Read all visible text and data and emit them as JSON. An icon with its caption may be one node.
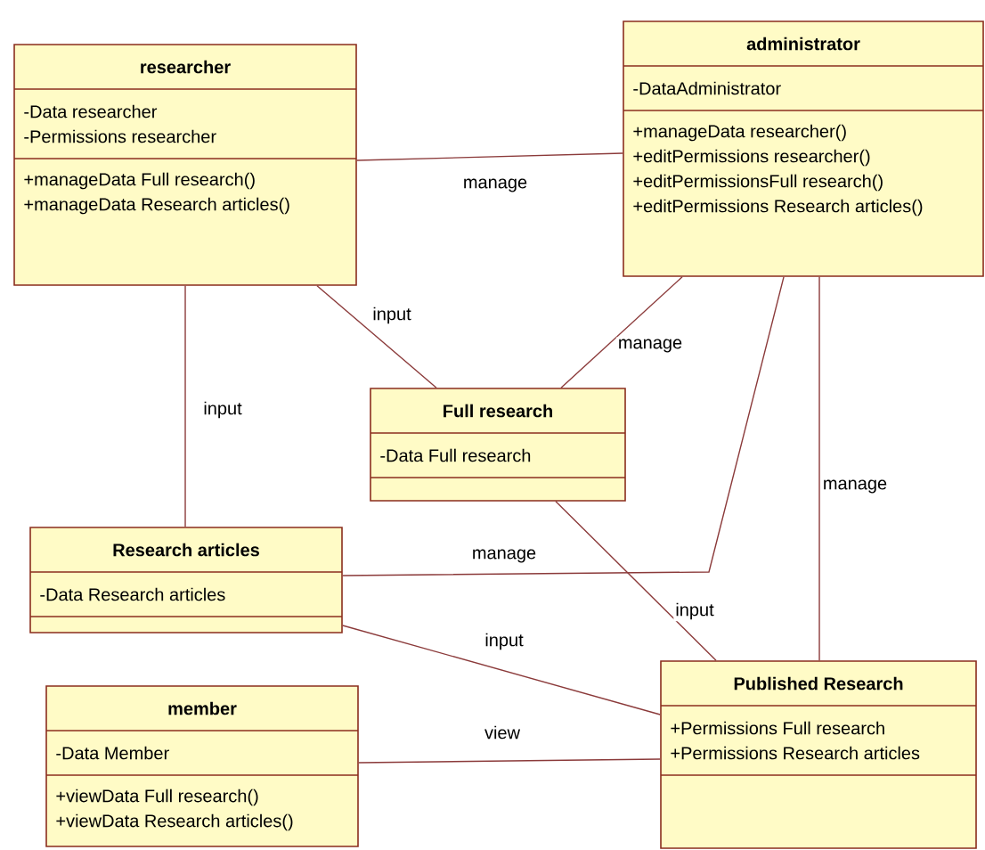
{
  "diagram": {
    "nodes": [
      {
        "text": [
          "researcher",
          "-Data researcher",
          "-Permissions researcher",
          "+manageData Full research()",
          "+manageData Research articles()"
        ]
      },
      {
        "text": [
          "administrator",
          "-DataAdministrator",
          "+manageData researcher()",
          "+editPermissions researcher()",
          "+editPermissionsFull research()",
          "+editPermissions Research articles()"
        ]
      },
      {
        "text": [
          "Full research",
          "-Data Full research"
        ]
      },
      {
        "text": [
          "Research articles",
          "-Data Research articles"
        ]
      },
      {
        "text": [
          "member",
          "-Data Member",
          "+viewData Full research()",
          "+viewData Research articles()"
        ]
      },
      {
        "text": [
          "Published Research",
          "+Permissions Full research",
          "+Permissions Research articles"
        ]
      }
    ],
    "edges": [
      {
        "from": 0,
        "to": 1,
        "arrow": "none",
        "label": "manage"
      },
      {
        "from": 0,
        "to": 2,
        "arrow": "none",
        "label": "input"
      },
      {
        "from": 0,
        "to": 3,
        "arrow": "none",
        "label": "input"
      },
      {
        "from": 1,
        "to": 2,
        "arrow": "none",
        "label": "manage"
      },
      {
        "from": 1,
        "to": 3,
        "arrow": "none",
        "label": "manage"
      },
      {
        "from": 1,
        "to": 5,
        "arrow": "none",
        "label": "manage"
      },
      {
        "from": 2,
        "to": 5,
        "arrow": "none",
        "label": "input"
      },
      {
        "from": 3,
        "to": 5,
        "arrow": "none",
        "label": "input"
      },
      {
        "from": 4,
        "to": 5,
        "arrow": "none",
        "label": "view"
      }
    ]
  }
}
